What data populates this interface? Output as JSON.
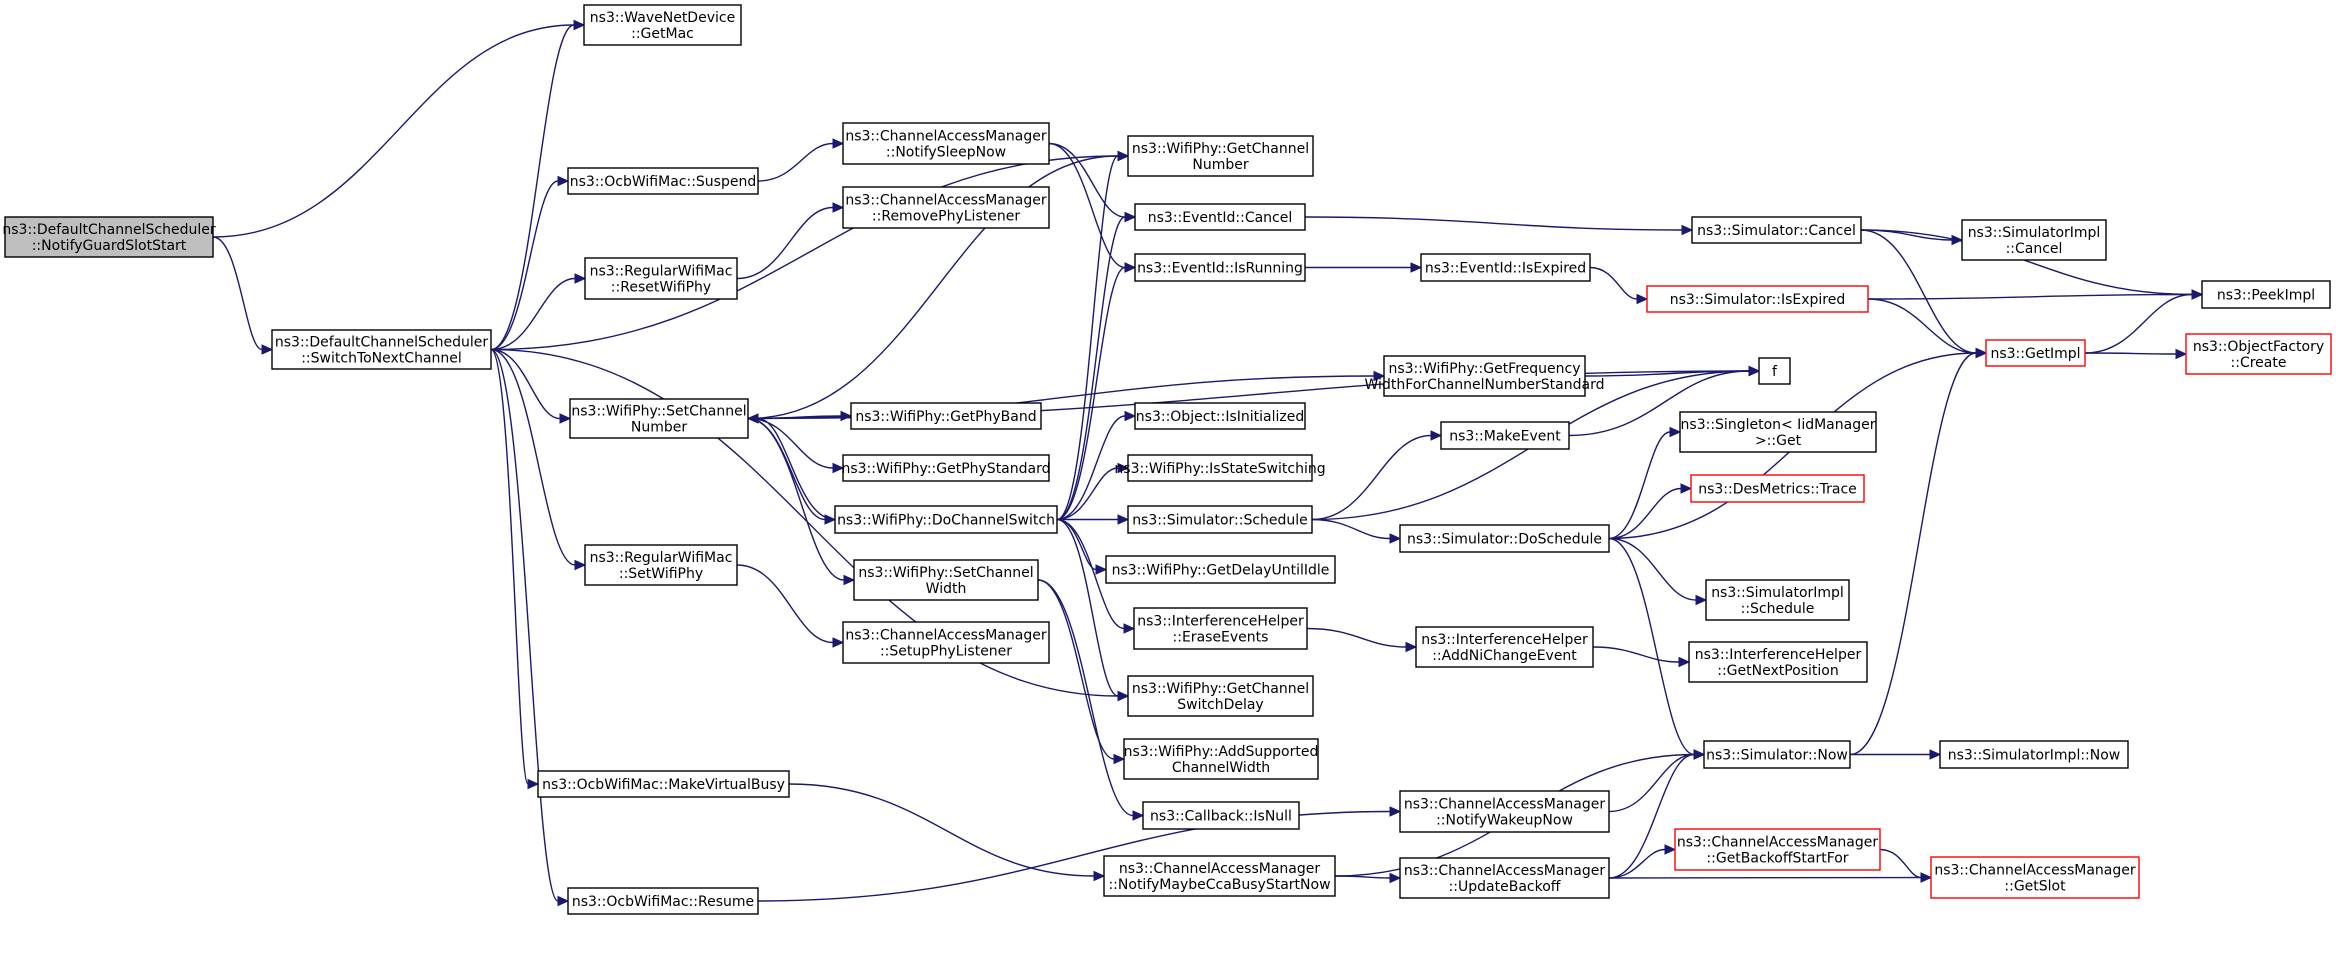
{
  "diagram": {
    "type": "call-graph",
    "colors": {
      "edge": "#191970",
      "node_border": "#000000",
      "node_border_truncated": "#ff0000",
      "root_fill": "#bfbfbf"
    },
    "nodes": [
      {
        "id": "n0",
        "lines": [
          "ns3::DefaultChannelScheduler",
          "::NotifyGuardSlotStart"
        ],
        "style": "root"
      },
      {
        "id": "n1",
        "lines": [
          "ns3::DefaultChannelScheduler",
          "::SwitchToNextChannel"
        ]
      },
      {
        "id": "n2",
        "lines": [
          "ns3::WaveNetDevice",
          "::GetMac"
        ]
      },
      {
        "id": "n3",
        "lines": [
          "ns3::OcbWifiMac::Suspend"
        ]
      },
      {
        "id": "n4",
        "lines": [
          "ns3::RegularWifiMac",
          "::ResetWifiPhy"
        ]
      },
      {
        "id": "n5",
        "lines": [
          "ns3::WifiPhy::SetChannel",
          "Number"
        ]
      },
      {
        "id": "n6",
        "lines": [
          "ns3::RegularWifiMac",
          "::SetWifiPhy"
        ]
      },
      {
        "id": "n7",
        "lines": [
          "ns3::OcbWifiMac::MakeVirtualBusy"
        ]
      },
      {
        "id": "n8",
        "lines": [
          "ns3::OcbWifiMac::Resume"
        ]
      },
      {
        "id": "n9",
        "lines": [
          "ns3::ChannelAccessManager",
          "::NotifySleepNow"
        ]
      },
      {
        "id": "n10",
        "lines": [
          "ns3::ChannelAccessManager",
          "::RemovePhyListener"
        ]
      },
      {
        "id": "n11",
        "lines": [
          "ns3::WifiPhy::GetPhyBand"
        ]
      },
      {
        "id": "n12",
        "lines": [
          "ns3::WifiPhy::GetPhyStandard"
        ]
      },
      {
        "id": "n13",
        "lines": [
          "ns3::WifiPhy::DoChannelSwitch"
        ]
      },
      {
        "id": "n14",
        "lines": [
          "ns3::WifiPhy::SetChannel",
          "Width"
        ]
      },
      {
        "id": "n15",
        "lines": [
          "ns3::ChannelAccessManager",
          "::SetupPhyListener"
        ]
      },
      {
        "id": "n16",
        "lines": [
          "ns3::ChannelAccessManager",
          "::NotifyMaybeCcaBusyStartNow"
        ]
      },
      {
        "id": "n17",
        "lines": [
          "ns3::WifiPhy::GetChannel",
          "Number"
        ]
      },
      {
        "id": "n18",
        "lines": [
          "ns3::EventId::Cancel"
        ]
      },
      {
        "id": "n19",
        "lines": [
          "ns3::EventId::IsRunning"
        ]
      },
      {
        "id": "n20",
        "lines": [
          "ns3::Object::IsInitialized"
        ]
      },
      {
        "id": "n21",
        "lines": [
          "ns3::WifiPhy::IsStateSwitching"
        ]
      },
      {
        "id": "n22",
        "lines": [
          "ns3::Simulator::Schedule"
        ]
      },
      {
        "id": "n23",
        "lines": [
          "ns3::WifiPhy::GetDelayUntilIdle"
        ]
      },
      {
        "id": "n24",
        "lines": [
          "ns3::InterferenceHelper",
          "::EraseEvents"
        ]
      },
      {
        "id": "n25",
        "lines": [
          "ns3::WifiPhy::GetChannel",
          "SwitchDelay"
        ]
      },
      {
        "id": "n26",
        "lines": [
          "ns3::WifiPhy::AddSupported",
          "ChannelWidth"
        ]
      },
      {
        "id": "n27",
        "lines": [
          "ns3::Callback::IsNull"
        ]
      },
      {
        "id": "n28",
        "lines": [
          "ns3::ChannelAccessManager",
          "::NotifyWakeupNow"
        ]
      },
      {
        "id": "n29",
        "lines": [
          "ns3::ChannelAccessManager",
          "::UpdateBackoff"
        ]
      },
      {
        "id": "n30",
        "lines": [
          "ns3::WifiPhy::GetFrequency",
          "WidthForChannelNumberStandard"
        ]
      },
      {
        "id": "n31",
        "lines": [
          "ns3::EventId::IsExpired"
        ]
      },
      {
        "id": "n32",
        "lines": [
          "ns3::MakeEvent"
        ]
      },
      {
        "id": "n33",
        "lines": [
          "ns3::Simulator::DoSchedule"
        ]
      },
      {
        "id": "n34",
        "lines": [
          "ns3::InterferenceHelper",
          "::AddNiChangeEvent"
        ]
      },
      {
        "id": "n35",
        "lines": [
          "ns3::Simulator::Cancel"
        ]
      },
      {
        "id": "n36",
        "lines": [
          "ns3::Simulator::IsExpired"
        ],
        "style": "red"
      },
      {
        "id": "n37",
        "lines": [
          "f"
        ]
      },
      {
        "id": "n38",
        "lines": [
          "ns3::Singleton< IidManager",
          ">::Get"
        ]
      },
      {
        "id": "n39",
        "lines": [
          "ns3::DesMetrics::Trace"
        ],
        "style": "red"
      },
      {
        "id": "n40",
        "lines": [
          "ns3::SimulatorImpl",
          "::Schedule"
        ]
      },
      {
        "id": "n41",
        "lines": [
          "ns3::InterferenceHelper",
          "::GetNextPosition"
        ]
      },
      {
        "id": "n42",
        "lines": [
          "ns3::Simulator::Now"
        ]
      },
      {
        "id": "n43",
        "lines": [
          "ns3::ChannelAccessManager",
          "::GetBackoffStartFor"
        ],
        "style": "red"
      },
      {
        "id": "n44",
        "lines": [
          "ns3::SimulatorImpl",
          "::Cancel"
        ]
      },
      {
        "id": "n45",
        "lines": [
          "ns3::GetImpl"
        ],
        "style": "red"
      },
      {
        "id": "n46",
        "lines": [
          "ns3::SimulatorImpl::Now"
        ]
      },
      {
        "id": "n47",
        "lines": [
          "ns3::ChannelAccessManager",
          "::GetSlot"
        ],
        "style": "red"
      },
      {
        "id": "n48",
        "lines": [
          "ns3::PeekImpl"
        ]
      },
      {
        "id": "n49",
        "lines": [
          "ns3::ObjectFactory",
          "::Create"
        ],
        "style": "red"
      }
    ],
    "edges": [
      [
        "n0",
        "n2"
      ],
      [
        "n0",
        "n1"
      ],
      [
        "n1",
        "n2"
      ],
      [
        "n1",
        "n17"
      ],
      [
        "n1",
        "n3"
      ],
      [
        "n1",
        "n4"
      ],
      [
        "n1",
        "n5"
      ],
      [
        "n1",
        "n6"
      ],
      [
        "n1",
        "n25"
      ],
      [
        "n1",
        "n7"
      ],
      [
        "n1",
        "n8"
      ],
      [
        "n3",
        "n9"
      ],
      [
        "n4",
        "n10"
      ],
      [
        "n9",
        "n18"
      ],
      [
        "n9",
        "n19"
      ],
      [
        "n5",
        "n17"
      ],
      [
        "n5",
        "n37"
      ],
      [
        "n5",
        "n30"
      ],
      [
        "n5",
        "n11"
      ],
      [
        "n5",
        "n12"
      ],
      [
        "n5",
        "n13"
      ],
      [
        "n5",
        "n14"
      ],
      [
        "n6",
        "n15"
      ],
      [
        "n7",
        "n16"
      ],
      [
        "n8",
        "n28"
      ],
      [
        "n13",
        "n5"
      ],
      [
        "n13",
        "n17"
      ],
      [
        "n13",
        "n18"
      ],
      [
        "n13",
        "n19"
      ],
      [
        "n13",
        "n20"
      ],
      [
        "n13",
        "n21"
      ],
      [
        "n13",
        "n22"
      ],
      [
        "n13",
        "n23"
      ],
      [
        "n13",
        "n24"
      ],
      [
        "n13",
        "n25"
      ],
      [
        "n14",
        "n26"
      ],
      [
        "n14",
        "n27"
      ],
      [
        "n16",
        "n42"
      ],
      [
        "n16",
        "n29"
      ],
      [
        "n18",
        "n35"
      ],
      [
        "n19",
        "n31"
      ],
      [
        "n22",
        "n32"
      ],
      [
        "n22",
        "n37"
      ],
      [
        "n22",
        "n33"
      ],
      [
        "n24",
        "n34"
      ],
      [
        "n28",
        "n42"
      ],
      [
        "n29",
        "n42"
      ],
      [
        "n29",
        "n43"
      ],
      [
        "n29",
        "n47"
      ],
      [
        "n30",
        "n37"
      ],
      [
        "n31",
        "n36"
      ],
      [
        "n32",
        "n37"
      ],
      [
        "n33",
        "n38"
      ],
      [
        "n33",
        "n39"
      ],
      [
        "n33",
        "n40"
      ],
      [
        "n33",
        "n42"
      ],
      [
        "n33",
        "n45"
      ],
      [
        "n34",
        "n41"
      ],
      [
        "n35",
        "n44"
      ],
      [
        "n35",
        "n45"
      ],
      [
        "n35",
        "n48"
      ],
      [
        "n36",
        "n48"
      ],
      [
        "n36",
        "n45"
      ],
      [
        "n42",
        "n46"
      ],
      [
        "n42",
        "n45"
      ],
      [
        "n43",
        "n47"
      ],
      [
        "n45",
        "n48"
      ],
      [
        "n45",
        "n49"
      ]
    ]
  }
}
